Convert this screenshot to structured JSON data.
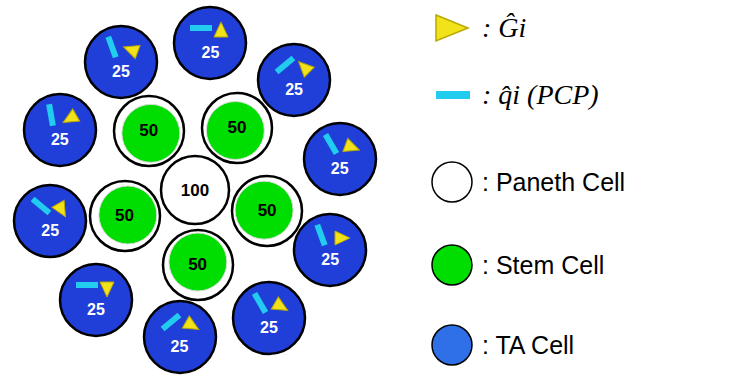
{
  "diagram": {
    "nodes": [
      {
        "text": [
          "100"
        ]
      },
      {
        "text": [
          "50"
        ]
      },
      {
        "text": [
          "50"
        ]
      },
      {
        "text": [
          "50"
        ]
      },
      {
        "text": [
          "50"
        ]
      },
      {
        "text": [
          "50"
        ]
      },
      {
        "text": [
          "25"
        ]
      },
      {
        "text": [
          "25"
        ]
      },
      {
        "text": [
          "25"
        ]
      },
      {
        "text": [
          "25"
        ]
      },
      {
        "text": [
          "25"
        ]
      },
      {
        "text": [
          "25"
        ]
      },
      {
        "text": [
          "25"
        ]
      },
      {
        "text": [
          "25"
        ]
      },
      {
        "text": [
          "25"
        ]
      },
      {
        "text": [
          "25"
        ]
      }
    ],
    "legend": [
      {
        "text": ": Ĝi"
      },
      {
        "text": ": q̂i (PCP)"
      },
      {
        "text": ": Paneth Cell",
        "color": "#ffffff"
      },
      {
        "text": ": Stem Cell",
        "color": "#00dd00"
      },
      {
        "text": ": TA Cell",
        "color": "#2f6fe8"
      }
    ]
  }
}
